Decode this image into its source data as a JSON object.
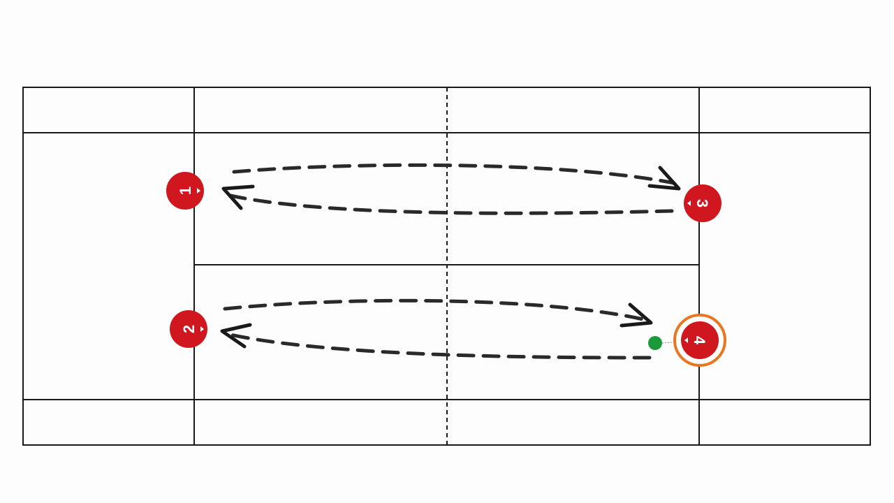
{
  "diagram": {
    "players": [
      {
        "label": "1",
        "selected": false
      },
      {
        "label": "2",
        "selected": false
      },
      {
        "label": "3",
        "selected": false
      },
      {
        "label": "4",
        "selected": true
      }
    ],
    "colors": {
      "player": "#d0161f",
      "selection": "#e87722",
      "ball": "#1a9a3a",
      "lines": "#1a1a1a"
    }
  }
}
